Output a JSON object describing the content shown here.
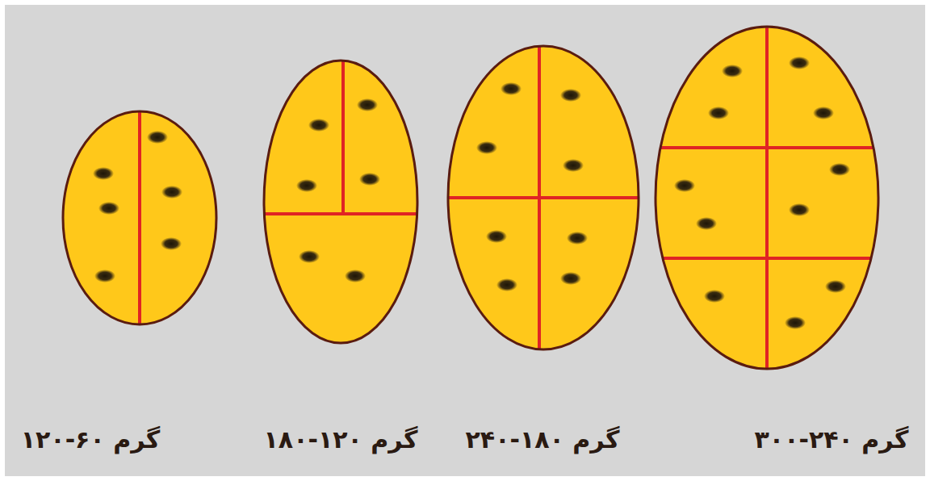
{
  "diagram": {
    "labels": [
      "۱۲۰-۶۰ گرم",
      "۱۸۰-۱۲۰ گرم",
      "۲۴۰-۱۸۰ گرم",
      "۳۰۰-۲۴۰ گرم"
    ]
  }
}
